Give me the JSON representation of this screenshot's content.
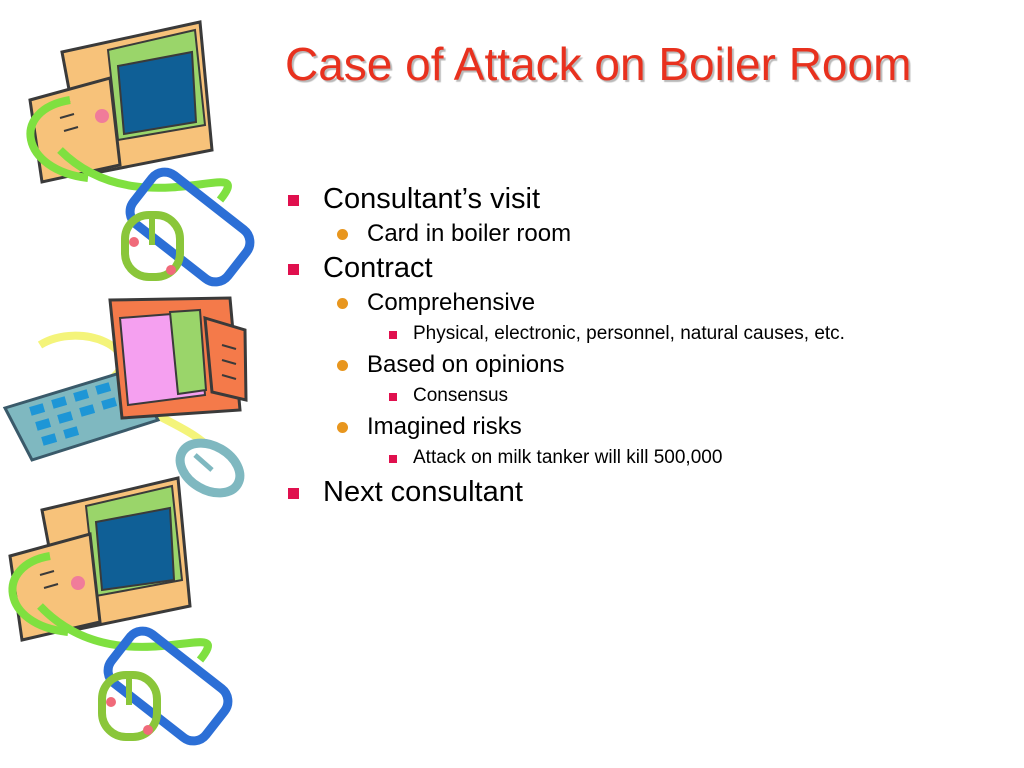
{
  "slide": {
    "title": "Case of Attack on Boiler Room",
    "bullets": [
      {
        "level": 1,
        "text": "Consultant’s visit"
      },
      {
        "level": 2,
        "text": "Card in boiler room"
      },
      {
        "level": 1,
        "text": "Contract"
      },
      {
        "level": 2,
        "text": "Comprehensive"
      },
      {
        "level": 3,
        "text": "Physical, electronic, personnel, natural causes, etc."
      },
      {
        "level": 2,
        "text": "Based on opinions"
      },
      {
        "level": 3,
        "text": "Consensus"
      },
      {
        "level": 2,
        "text": "Imagined risks"
      },
      {
        "level": 3,
        "text": "Attack on milk tanker will kill 500,000"
      },
      {
        "level": 1,
        "text": "Next consultant"
      }
    ]
  },
  "colors": {
    "title": "#e8311e",
    "level1_bullet": "#e0104e",
    "level2_bullet": "#e8961e",
    "level3_bullet": "#e0104e"
  },
  "decoration": {
    "icons": [
      "computer-monitor-icon",
      "computer-mouse-icon",
      "computer-keyboard-icon"
    ]
  }
}
